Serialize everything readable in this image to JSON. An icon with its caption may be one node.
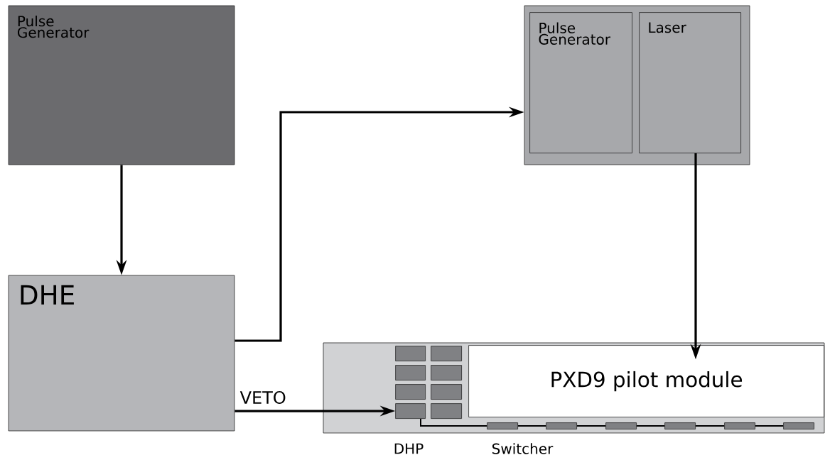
{
  "diagram": {
    "nodes": [
      {
        "text": [
          "Pulse Generator"
        ]
      },
      {
        "text": [
          "DHE"
        ]
      },
      {
        "text": [],
        "shape": "box"
      },
      {
        "text": [
          "Pulse Generator"
        ],
        "in": 2
      },
      {
        "text": [
          "Laser"
        ],
        "in": 2
      },
      {
        "text": [],
        "shape": "box"
      },
      {
        "text": [
          "PXD9 pilot module"
        ],
        "in": 5
      },
      {
        "text": [],
        "shape": "box",
        "in": 5
      },
      {
        "text": [],
        "shape": "box",
        "in": 5
      },
      {
        "text": [],
        "shape": "box",
        "in": 5
      },
      {
        "text": [],
        "shape": "box",
        "in": 5
      },
      {
        "text": [],
        "shape": "box",
        "in": 5
      },
      {
        "text": [],
        "shape": "box",
        "in": 5
      },
      {
        "text": [],
        "shape": "box",
        "in": 5
      },
      {
        "text": [],
        "shape": "box",
        "in": 5
      },
      {
        "text": [],
        "shape": "box",
        "in": 5
      },
      {
        "text": [],
        "shape": "box",
        "in": 5
      },
      {
        "text": [],
        "shape": "box",
        "in": 5
      },
      {
        "text": [],
        "shape": "box",
        "in": 5
      },
      {
        "text": [],
        "shape": "box",
        "in": 5
      },
      {
        "text": [],
        "shape": "box",
        "in": 5
      }
    ],
    "edges": [
      {
        "from": 0,
        "to": 1,
        "arrow": "to"
      },
      {
        "from": 1,
        "to": 2,
        "arrow": "to"
      },
      {
        "from": 4,
        "to": 6,
        "arrow": "to"
      },
      {
        "from": 1,
        "to": 13,
        "arrow": "to",
        "label": "VETO"
      },
      {
        "from": 13,
        "to": 15,
        "arrow": "none"
      },
      {
        "from": 15,
        "to": 16,
        "arrow": "none"
      },
      {
        "from": 16,
        "to": 17,
        "arrow": "none"
      },
      {
        "from": 17,
        "to": 18,
        "arrow": "none"
      },
      {
        "from": 18,
        "to": 19,
        "arrow": "none"
      },
      {
        "from": 19,
        "to": 20,
        "arrow": "none"
      }
    ],
    "labels": [
      "DHP",
      "Switcher"
    ]
  }
}
